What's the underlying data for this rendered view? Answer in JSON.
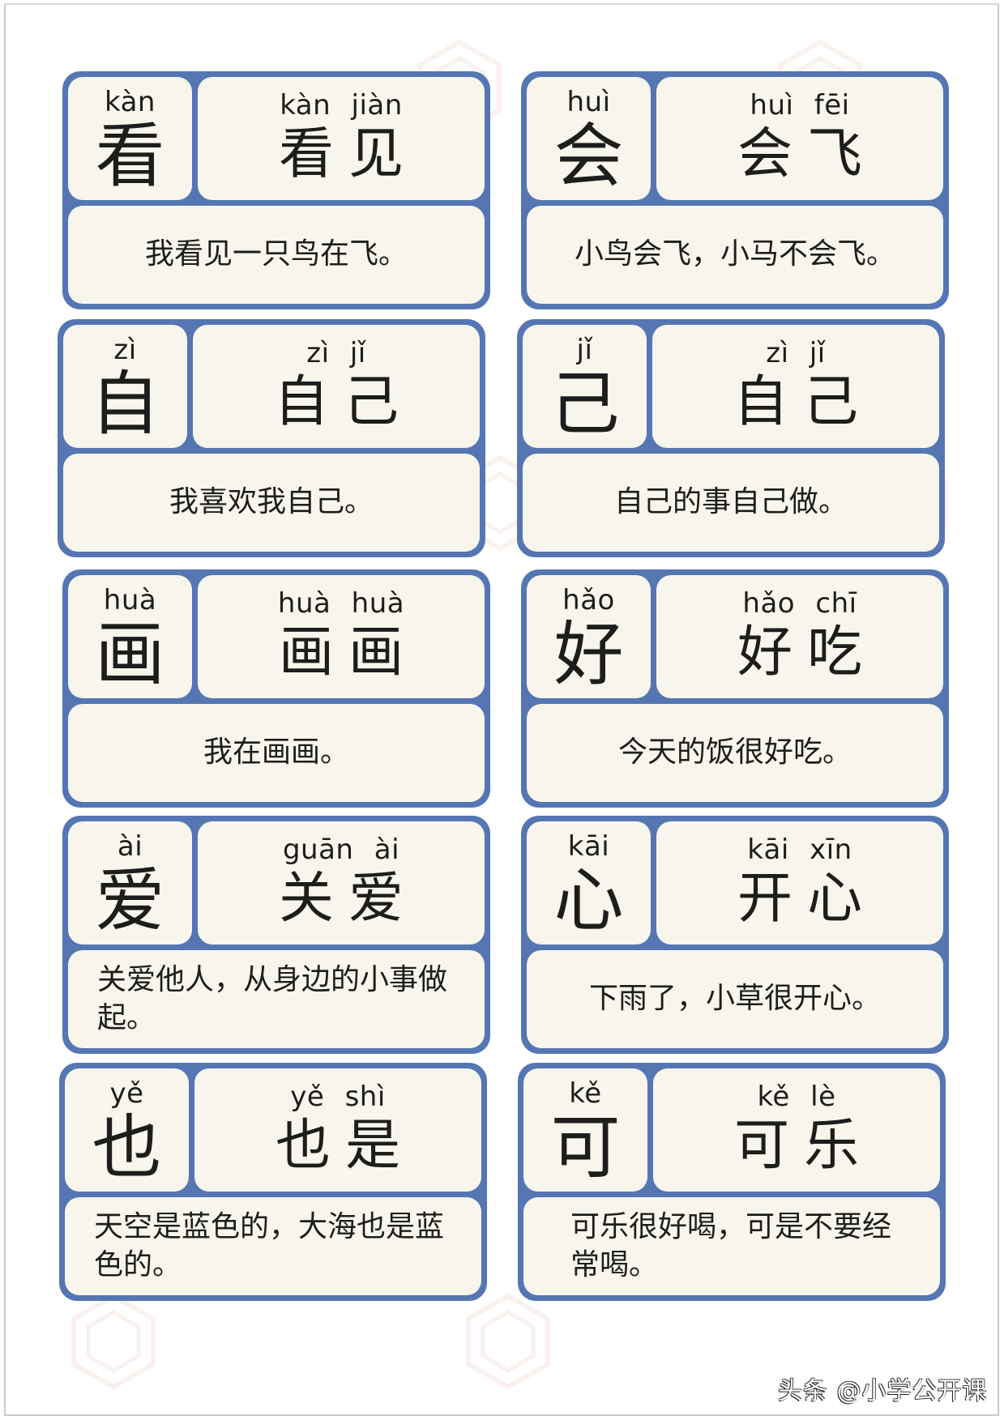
{
  "theme": {
    "card_border": "#5576b3",
    "panel_fill": "#f7f5ec",
    "text": "#1d1d1b",
    "watermark_hex": "#f2d9d4"
  },
  "cards": [
    {
      "char": "看",
      "char_pinyin": "kàn",
      "word": "看见",
      "word_pinyin": "kàn jiàn",
      "sentence": "我看见一只鸟在飞。"
    },
    {
      "char": "会",
      "char_pinyin": "huì",
      "word": "会飞",
      "word_pinyin": "huì fēi",
      "sentence": "小鸟会飞，小马不会飞。"
    },
    {
      "char": "自",
      "char_pinyin": "zì",
      "word": "自己",
      "word_pinyin": "zì jǐ",
      "sentence": "我喜欢我自己。"
    },
    {
      "char": "己",
      "char_pinyin": "jǐ",
      "word": "自己",
      "word_pinyin": "zì jǐ",
      "sentence": "自己的事自己做。"
    },
    {
      "char": "画",
      "char_pinyin": "huà",
      "word": "画画",
      "word_pinyin": "huà huà",
      "sentence": "我在画画。"
    },
    {
      "char": "好",
      "char_pinyin": "hǎo",
      "word": "好吃",
      "word_pinyin": "hǎo chī",
      "sentence": "今天的饭很好吃。"
    },
    {
      "char": "爱",
      "char_pinyin": "ài",
      "word": "关爱",
      "word_pinyin": "guān ài",
      "sentence": "关爱他人，从身边的小事做起。"
    },
    {
      "char": "心",
      "char_pinyin": "kāi",
      "word": "开心",
      "word_pinyin": "kāi xīn",
      "sentence": "下雨了，小草很开心。"
    },
    {
      "char": "也",
      "char_pinyin": "yě",
      "word": "也是",
      "word_pinyin": "yě shì",
      "sentence": "天空是蓝色的，大海也是蓝色的。"
    },
    {
      "char": "可",
      "char_pinyin": "kě",
      "word": "可乐",
      "word_pinyin": "kě lè",
      "sentence": "可乐很好喝，可是不要经常喝。"
    }
  ],
  "watermark": {
    "text": "头条 @小学公开课"
  }
}
